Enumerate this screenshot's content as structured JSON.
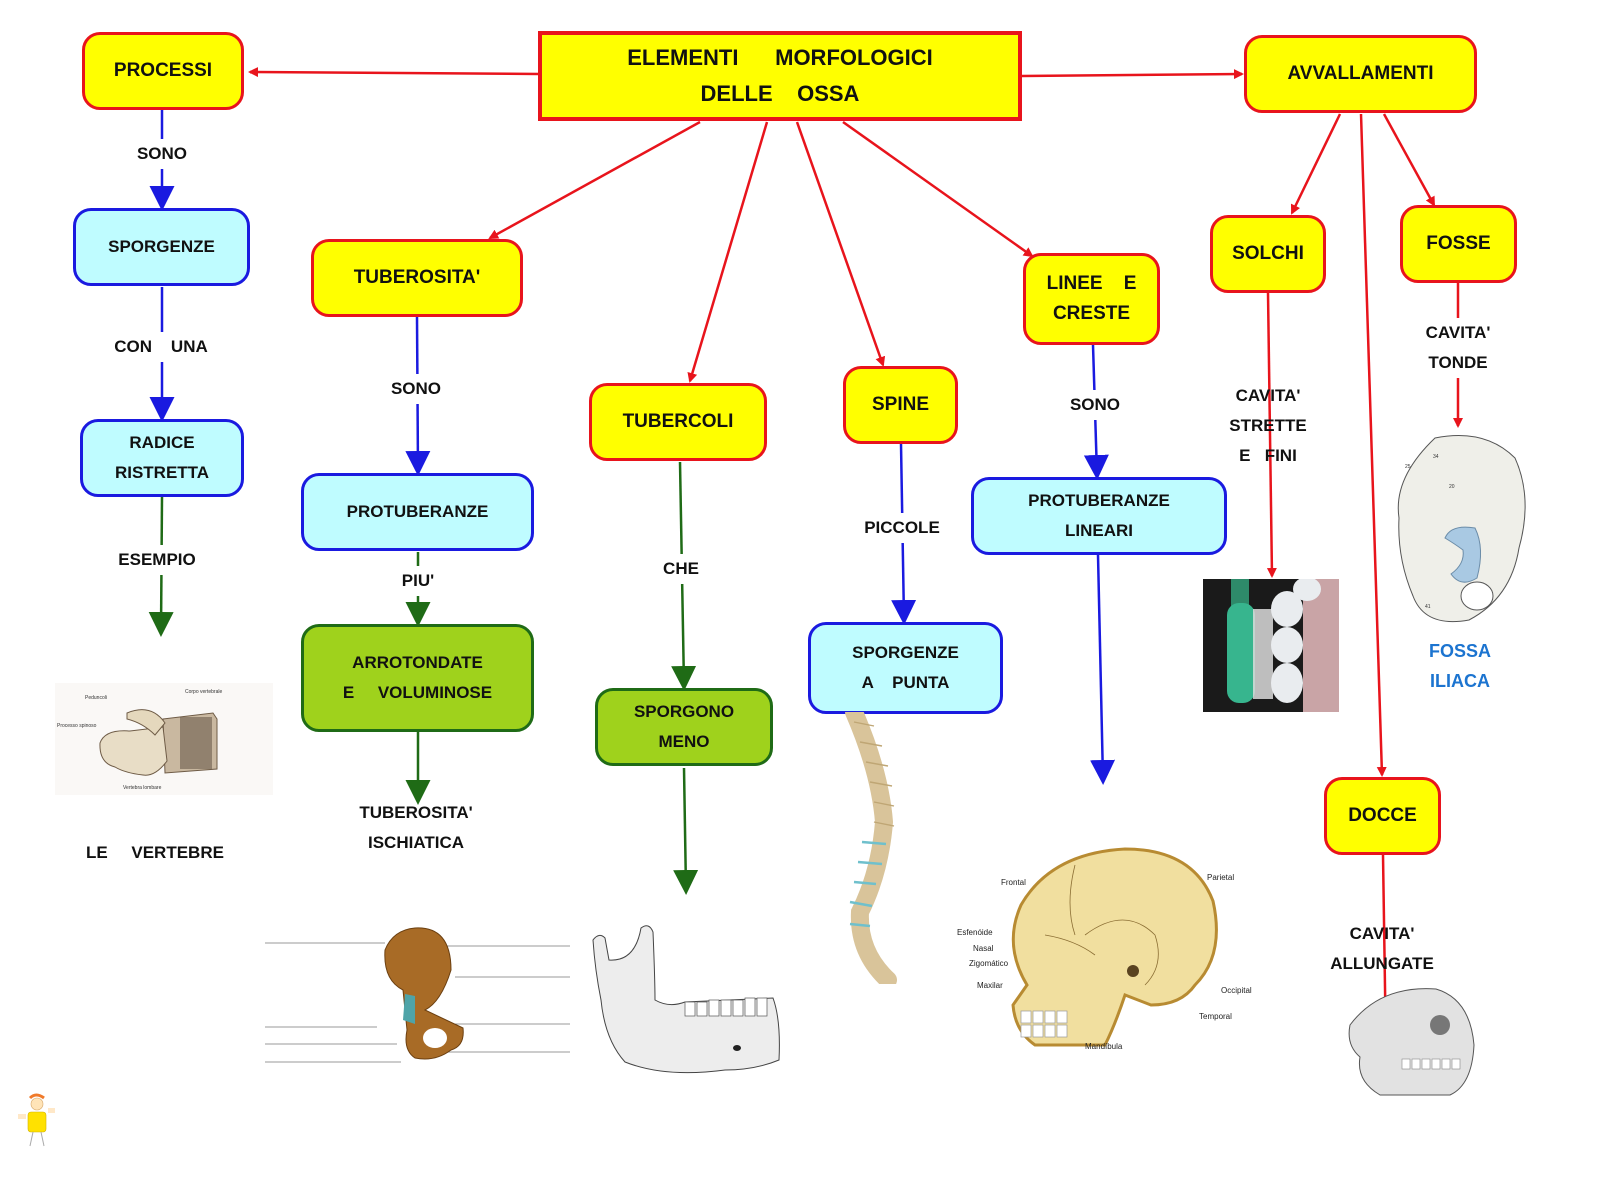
{
  "title": {
    "line1": "ELEMENTI      MORFOLOGICI",
    "line2": "DELLE    OSSA"
  },
  "colors": {
    "node_yellow": "#ffff00",
    "node_red_border": "#e8141c",
    "node_cyan": "#bffcff",
    "node_blue_border": "#1a1ae0",
    "node_green": "#9fd21c",
    "node_green_border": "#1f6b16",
    "link_red": "#e8141c",
    "link_blue": "#1a1ae0",
    "link_green": "#1f6b16",
    "caption_blue": "#1c74d0"
  },
  "nodes": {
    "processi": "PROCESSI",
    "sporgenze": "SPORGENZE",
    "radice_1": "RADICE",
    "radice_2": "RISTRETTA",
    "tuberosita": "TUBEROSITA'",
    "protuberanze": "PROTUBERANZE",
    "arrotondate_1": "ARROTONDATE",
    "arrotondate_2": "E     VOLUMINOSE",
    "tubercoli": "TUBERCOLI",
    "sporgono_1": "SPORGONO",
    "sporgono_2": "MENO",
    "spine": "SPINE",
    "sporgenze_punta_1": "SPORGENZE",
    "sporgenze_punta_2": "A    PUNTA",
    "linee_1": "LINEE    E",
    "linee_2": "CRESTE",
    "protuberanze_lineari_1": "PROTUBERANZE",
    "protuberanze_lineari_2": "LINEARI",
    "avvallamenti": "AVVALLAMENTI",
    "solchi": "SOLCHI",
    "fosse": "FOSSE",
    "docce": "DOCCE"
  },
  "link_labels": {
    "sono_1": "SONO",
    "con_una": "CON    UNA",
    "esempio": "ESEMPIO",
    "sono_2": "SONO",
    "piu": "PIU'",
    "che": "CHE",
    "piccole": "PICCOLE",
    "sono_3": "SONO",
    "cavita_strette": "CAVITA'\nSTRETTE\nE   FINI",
    "cavita_tonde": "CAVITA'\nTONDE",
    "cavita_allungate": "CAVITA'\nALLUNGATE"
  },
  "captions": {
    "vertebre": "LE     VERTEBRE",
    "tuberosita_ischiatica": "TUBEROSITA'\nISCHIATICA",
    "fossa_iliaca": "FOSSA\nILIACA"
  },
  "images": {
    "vertebra": {
      "label_1": "Peduncoli",
      "label_2": "Corpo vertebrale",
      "label_3": "Processo spinoso",
      "label_4": "Vertebra lombare"
    },
    "skull": {
      "labels": [
        "Frontal",
        "Parietal",
        "Esfenóide",
        "Nasal",
        "Zigomático",
        "Maxilar",
        "Occipital",
        "Temporal",
        "Mandíbula"
      ]
    },
    "hip_bone": "hip-bone",
    "mandible": "mandible",
    "spine": "spinal-column",
    "toothbrush": "toothbrush-teeth",
    "iliac_bone": "iliac-bone",
    "skull_lateral": "skull-lateral",
    "mascot": "cartoon-mascot"
  }
}
